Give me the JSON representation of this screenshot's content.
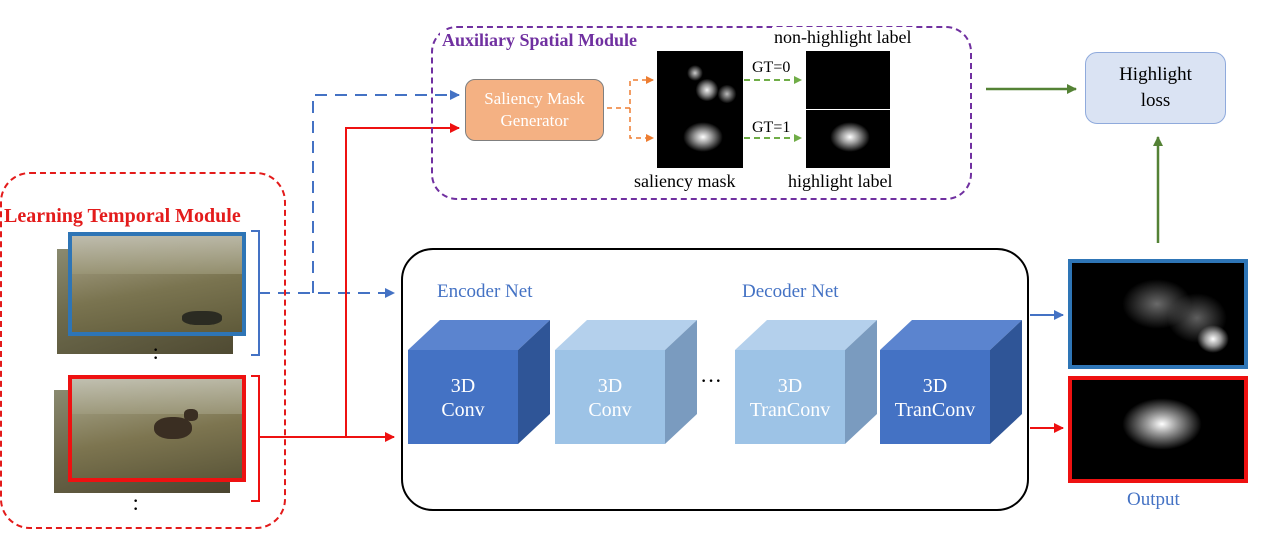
{
  "modules": {
    "auxiliary": "Auxiliary Spatial Module",
    "temporal": "Learning Temporal Module"
  },
  "auxiliary": {
    "generator": "Saliency Mask Generator",
    "gt0": "GT=0",
    "gt1": "GT=1",
    "nonhighlight_label": "non-highlight label",
    "saliency_mask": "saliency mask",
    "highlight_label": "highlight label"
  },
  "loss": "Highlight loss",
  "network": {
    "encoder_label": "Encoder Net",
    "decoder_label": "Decoder Net",
    "blocks": [
      {
        "line1": "3D",
        "line2": "Conv"
      },
      {
        "line1": "3D",
        "line2": "Conv"
      },
      {
        "line1": "3D",
        "line2": "TranConv"
      },
      {
        "line1": "3D",
        "line2": "TranConv"
      }
    ],
    "ellipsis": "···"
  },
  "output": "Output",
  "colors": {
    "temporal_frame": "#e31b1b",
    "auxiliary_frame": "#7030a0",
    "blue_branch": "#4472c4",
    "red_branch": "#ee1111",
    "orange_arrow": "#ed7d31",
    "green_arrow": "#70ad47",
    "loss_arrow": "#548235",
    "cube_dark": "#4472c4",
    "cube_light": "#9dc3e6"
  }
}
